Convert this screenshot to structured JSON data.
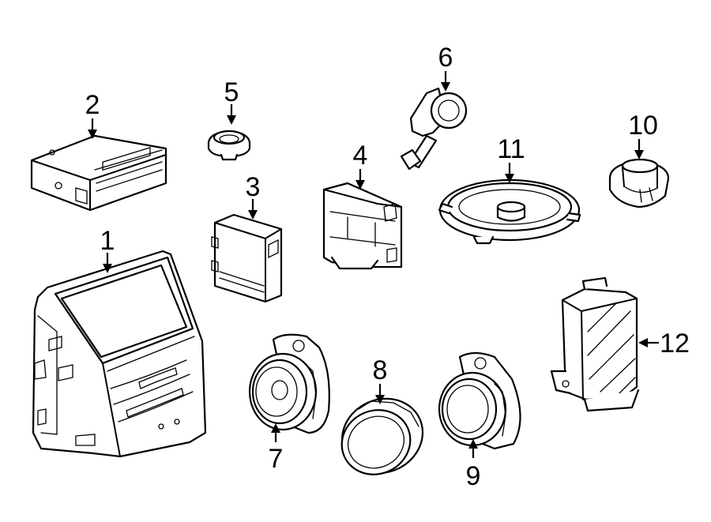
{
  "callouts": [
    {
      "id": 1,
      "text": "1"
    },
    {
      "id": 2,
      "text": "2"
    },
    {
      "id": 3,
      "text": "3"
    },
    {
      "id": 4,
      "text": "4"
    },
    {
      "id": 5,
      "text": "5"
    },
    {
      "id": 6,
      "text": "6"
    },
    {
      "id": 7,
      "text": "7"
    },
    {
      "id": 8,
      "text": "8"
    },
    {
      "id": 9,
      "text": "9"
    },
    {
      "id": 10,
      "text": "10"
    },
    {
      "id": 11,
      "text": "11"
    },
    {
      "id": 12,
      "text": "12"
    }
  ],
  "line_color": "#000000",
  "background_color": "#ffffff"
}
